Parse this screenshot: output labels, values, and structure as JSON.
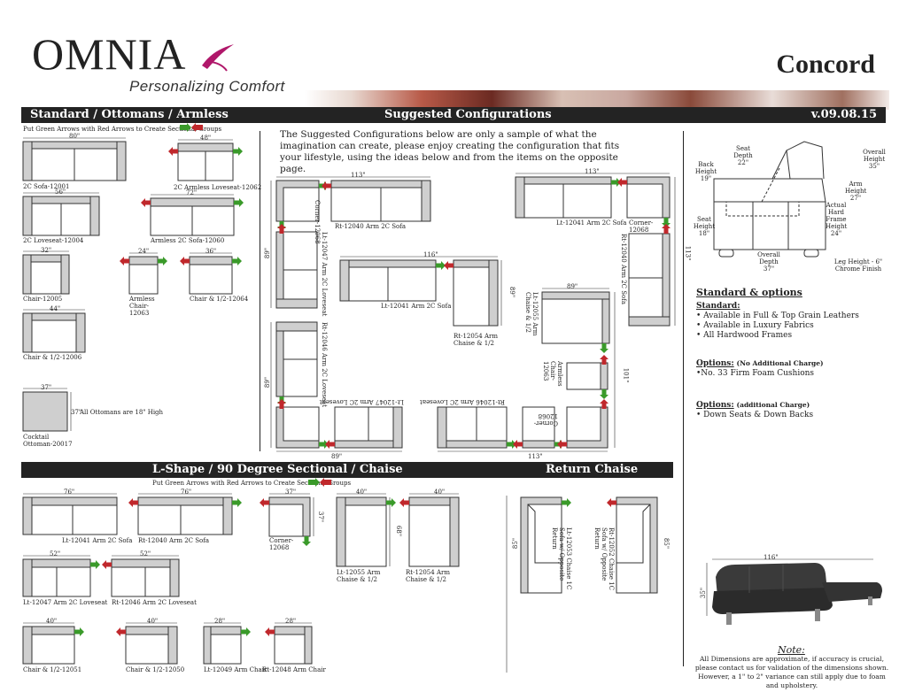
{
  "header": {
    "brand": "OMNIA",
    "tagline": "Personalizing Comfort",
    "model": "Concord"
  },
  "bar1": {
    "left": "Standard / Ottomans / Armless",
    "center": "Suggested Configurations",
    "right": "v.09.08.15"
  },
  "bar2": {
    "left": "L-Shape / 90 Degree Sectional / Chaise",
    "right": "Return Chaise"
  },
  "hint": "Put Green Arrows with Red Arrows to Create Sectional Groups",
  "intro": "The Suggested Configurations below are only a sample of what the imagination can create, please enjoy creating the configuration that fits your lifestyle, using the ideas below and from the items on the opposite page.",
  "standard_items": [
    {
      "label": "2C Sofa-12001",
      "dim": "80\""
    },
    {
      "label": "2C Armless Loveseat-12062",
      "dim": "48\""
    },
    {
      "label": "2C Loveseat-12004",
      "dim": "56\""
    },
    {
      "label": "Armless 2C Sofa-12060",
      "dim": "72\""
    },
    {
      "label": "Chair-12005",
      "dim": "32\""
    },
    {
      "label": "Armless Chair-12063",
      "dim": "24\""
    },
    {
      "label": "Chair & 1/2-12064",
      "dim": "36\""
    },
    {
      "label": "Chair & 1/2-12006",
      "dim": "44\""
    },
    {
      "label": "Cocktail Ottoman-20017",
      "dim": "37\"",
      "dim2": "37\""
    }
  ],
  "ottoman_note": "All Ottomans are 18\" High",
  "config_labels": {
    "rt12040": "Rt-12040 Arm 2C Sofa",
    "lt12041a": "Lt-12041 Arm 2C Sofa",
    "lt12041b": "Lt-12041 Arm 2C Sofa",
    "corner1": "Corner-12068",
    "corner2": "Corner-12068",
    "corner3": "Corner-12068",
    "rt12054": "Rt-12054 Arm Chaise & 1/2",
    "lt12055": "Lt-12055 Arm Chaise & 1/2",
    "armless": "Armless Chair-12063",
    "lt12047": "Lt-12047 Arm 2C Loveseat",
    "rt12046": "Rt-12046 Arm 2C Loveseat",
    "rt12040v": "Rt-12040 Arm 2C Sofa",
    "lt12047v": "Lt-12047 Arm 2C Loveseat",
    "rt12046v": "Rt-12046 Arm 2C Loveseat",
    "d113a": "113\"",
    "d113b": "113\"",
    "d113c": "113\"",
    "d116": "116\"",
    "d89": "89\"",
    "d89b": "89\"",
    "d89c": "89\"",
    "d89d": "89\"",
    "d89e": "89\"",
    "d101": "101\"",
    "d113v": "113\""
  },
  "lshape_items": [
    {
      "label": "Lt-12041 Arm 2C Sofa",
      "dim": "76\""
    },
    {
      "label": "Rt-12040 Arm 2C Sofa",
      "dim": "76\""
    },
    {
      "label": "Corner-12068",
      "dim": "37\"",
      "dim2": "37\""
    },
    {
      "label": "Lt-12055 Arm Chaise & 1/2",
      "dim": "40\"",
      "dim2": "68\""
    },
    {
      "label": "Rt-12054 Arm Chaise & 1/2",
      "dim": "40\""
    },
    {
      "label": "Lt-12047 Arm 2C Loveseat",
      "dim": "52\""
    },
    {
      "label": "Rt-12046 Arm 2C Loveseat",
      "dim": "52\""
    },
    {
      "label": "Chair & 1/2-12051",
      "dim": "40\""
    },
    {
      "label": "Chair & 1/2-12050",
      "dim": "40\""
    },
    {
      "label": "Lt-12049 Arm Chair",
      "dim": "28\""
    },
    {
      "label": "Rt-12048 Arm Chair",
      "dim": "28\""
    }
  ],
  "return_chaise": [
    {
      "label": "Lt-12053 Chaise 1C Sofa w/ Opposite Return",
      "dim": "85\""
    },
    {
      "label": "Rt-12052 Chaise 1C Sofa w/ Opposite Return",
      "dim": "85\""
    }
  ],
  "side_diagram": {
    "seat_depth": "Seat Depth 22\"",
    "back_height": "Back Height 19\"",
    "overall_height": "Overall Height 35\"",
    "arm_height": "Arm Height 27\"",
    "frame_height": "Actual Hard Frame Height 24\"",
    "seat_height": "Seat Height 18\"",
    "overall_depth": "Overall Depth 37\"",
    "leg_height": "Leg Height - 6\" Chrome Finish"
  },
  "options": {
    "title": "Standard & options",
    "standard_label": "Standard:",
    "standard": [
      "• Available in Full & Top Grain Leathers",
      "• Available in Luxury Fabrics",
      "• All Hardwood Frames"
    ],
    "no_charge_label": "Options:",
    "no_charge_note": "(No Additional Charge)",
    "no_charge": [
      "•No. 33 Firm Foam Cushions"
    ],
    "charge_label": "Options:",
    "charge_note": "(additional Charge)",
    "charge": [
      "• Down Seats & Down Backs"
    ]
  },
  "photo_dims": {
    "width": "116\"",
    "height": "35\""
  },
  "note": {
    "title": "Note:",
    "text": "All Dimensions are approximate, if accuracy is crucial, please contact us for validation of the dimensions shown. However, a 1\" to 2\" variance can still apply due to foam and upholstery."
  },
  "colors": {
    "bar": "#232323",
    "green_arrow": "#3a9a2a",
    "red_arrow": "#c0282c",
    "piece_fill": "#cfcfcf",
    "brand_swoosh": "#b0176a"
  }
}
